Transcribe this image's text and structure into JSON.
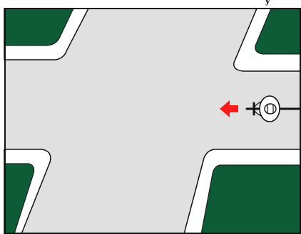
{
  "caption_fragment": "y",
  "colors": {
    "road": "#e0e0e0",
    "grass": "#0d5b37",
    "curb": "#ffffff",
    "outline": "#111111",
    "arrow": "#ff1a1a",
    "frame_background": "#ffffff"
  },
  "icons": {
    "bicycle": "cyclist-top-view-icon",
    "direction": "left-arrow-icon"
  },
  "scene": {
    "type": "intersection",
    "road_layout": "crossroads",
    "cyclist_heading": "left"
  }
}
